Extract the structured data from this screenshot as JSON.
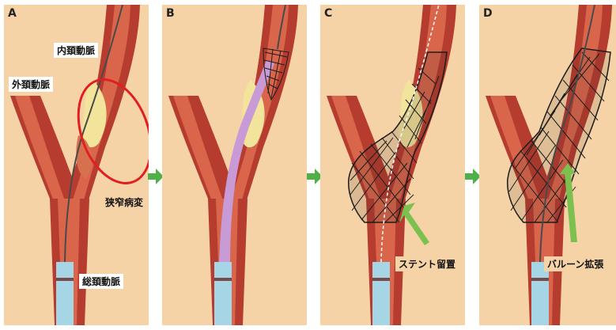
{
  "panels": [
    {
      "letter": "A"
    },
    {
      "letter": "B"
    },
    {
      "letter": "C"
    },
    {
      "letter": "D"
    }
  ],
  "labels": {
    "internal_carotid": "内頚動脈",
    "external_carotid": "外頚動脈",
    "stenosis": "狭窄病変",
    "common_carotid": "総頚動脈",
    "stent_placement": "ステント留置",
    "balloon_dilation": "バルーン拡張"
  },
  "colors": {
    "background": "#f6d3a6",
    "vessel_dark": "#a8332a",
    "vessel_mid": "#cc5a3c",
    "vessel_light": "#e98a5c",
    "plaque": "#f2e49a",
    "catheter": "#a6d6e6",
    "balloon": "#c89ad6",
    "stent": "#1c1c1c",
    "wire": "#4a4a4a",
    "green_arrow": "#4fb04a",
    "red_circle": "#e02020"
  }
}
